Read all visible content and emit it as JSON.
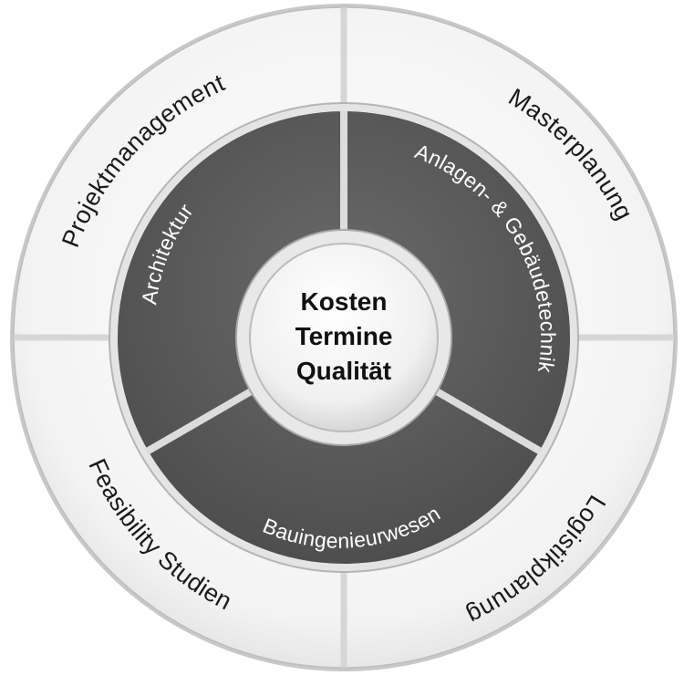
{
  "center": {
    "lines": [
      "Kosten",
      "Termine",
      "Qualität"
    ]
  },
  "inner_ring": {
    "segments": [
      {
        "label": "Architektur"
      },
      {
        "label": "Anlagen- & Gebäudetechnik"
      },
      {
        "label": "Bauingenieurwesen"
      }
    ]
  },
  "outer_ring": {
    "segments": [
      {
        "label": "Projektmanagement"
      },
      {
        "label": "Masterplanung"
      },
      {
        "label": "Logistikplanung"
      },
      {
        "label": "Feasibility Studien"
      }
    ]
  },
  "colors": {
    "outer_fill": "#f2f2f2",
    "inner_fill": "#5b5b5b",
    "center_fill": "#f7f7f7",
    "separator": "#d9d9d9",
    "rim": "#b9b9b9"
  }
}
